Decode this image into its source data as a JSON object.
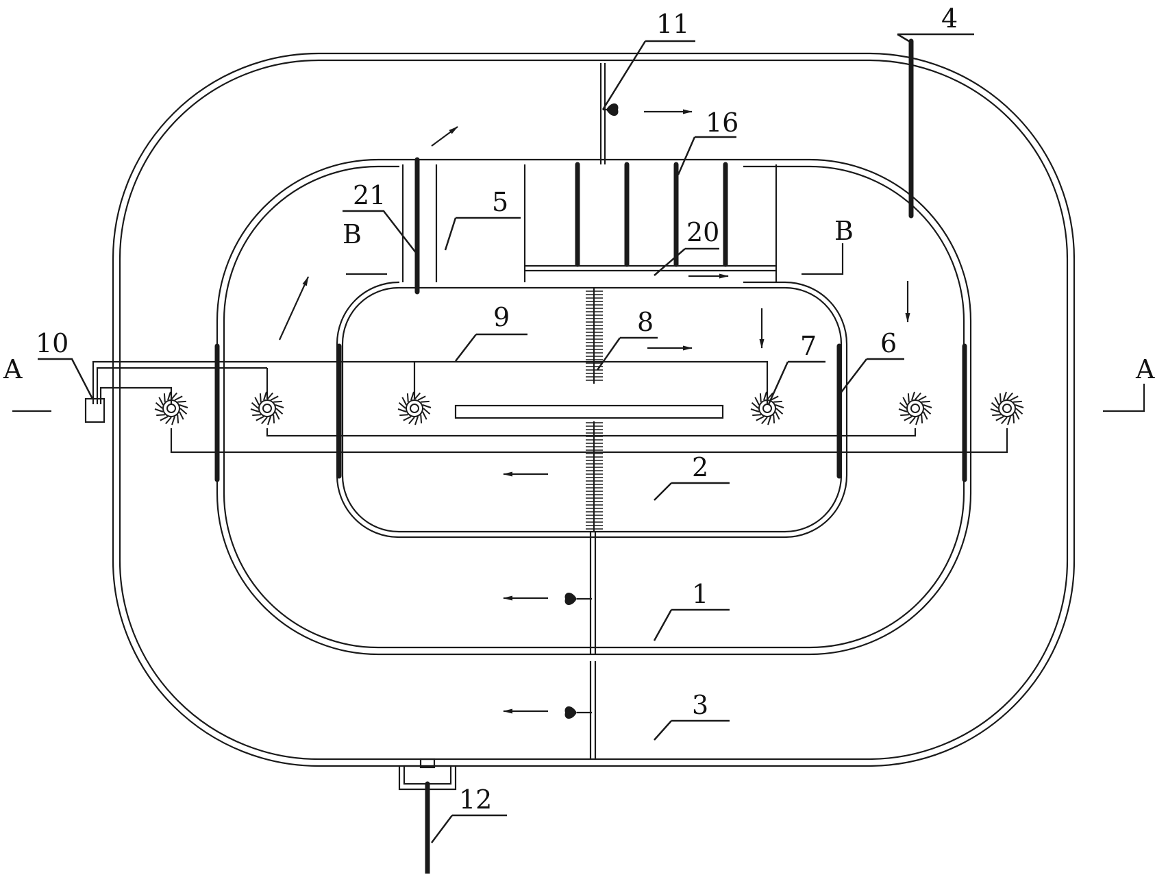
{
  "title": "",
  "labels": {
    "n1": "1",
    "n2": "2",
    "n3": "3",
    "n4": "4",
    "n5": "5",
    "n6": "6",
    "n7": "7",
    "n8": "8",
    "n9": "9",
    "n10": "10",
    "n11": "11",
    "n12": "12",
    "n16": "16",
    "n20": "20",
    "n21": "21"
  },
  "section_marks": {
    "a_left": "A",
    "a_right": "A",
    "b_left": "B",
    "b_right": "B"
  },
  "colors": {
    "line": "#1a1a1a",
    "background": "#ffffff"
  }
}
